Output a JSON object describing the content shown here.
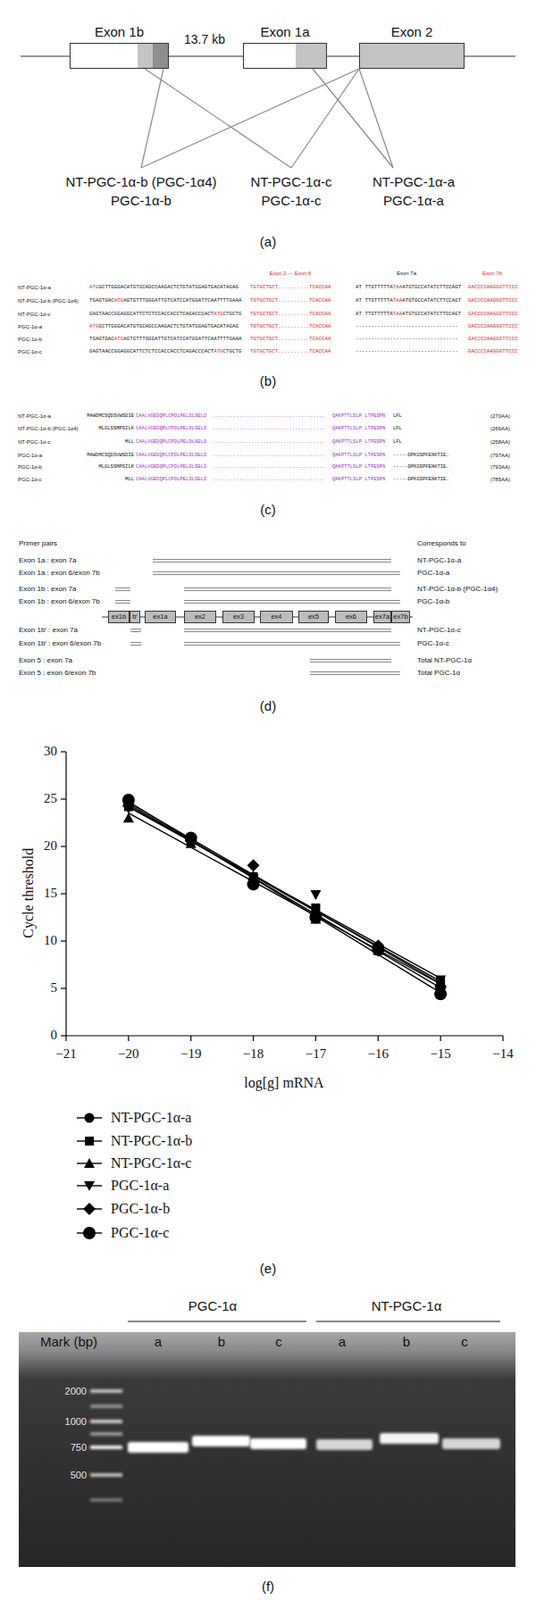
{
  "diagram": {
    "nodes": [
      {
        "text": [
          "Exon 1b"
        ]
      },
      {
        "text": [
          "Exon 1a"
        ]
      },
      {
        "text": [
          "Exon 2"
        ]
      },
      {
        "text": [
          "ex1b"
        ]
      },
      {
        "text": [
          "b′"
        ]
      },
      {
        "text": [
          "ex1a"
        ]
      },
      {
        "text": [
          "ex2"
        ]
      },
      {
        "text": [
          "ex3"
        ]
      },
      {
        "text": [
          "ex4"
        ]
      },
      {
        "text": [
          "ex5"
        ]
      },
      {
        "text": [
          "ex6"
        ]
      },
      {
        "text": [
          "ex7a"
        ]
      },
      {
        "text": [
          "ex7b"
        ]
      }
    ],
    "labels": [
      "13.7 kb",
      "NT-PGC-1α-b (PGC-1α4)",
      "PGC-1α-b",
      "NT-PGC-1α-c",
      "PGC-1α-c",
      "NT-PGC-1α-a",
      "PGC-1α-a",
      "(a)",
      "Exon 2 --- Exon 6",
      "Exon 7a",
      "Exon 7b",
      "NT-PGC-1α-a",
      "ATG",
      "GCTTGGGACATGTGCAGCCAAGACTCTGTATGGAGTGACATAGAG",
      "TGTGCTGCT..........TCACCAA",
      "AT TTGTTTTTA",
      "TAA",
      "ATGTGCCATATCTTCCAGT",
      "GACCCCAAGGGTTCCC",
      "NT-PGC-1α-b (PGC-1α4)",
      "TGAGTGAC",
      "ATG",
      "AGTGTTTGGGATTGTCATCCATGGATTCAATTTTGAAA",
      "TGTGCTGCT..........TCACCAA",
      "AT TTGTTTTTA",
      "TAA",
      "ATGTGCCATATCTTCCAGT",
      "GACCCCAAGGGTTCCC",
      "NT-PGC-1α-c",
      "GAGTAACCGGAGGCATTCTCTCCACCACCTCAGACCCACT",
      "ATG",
      "CTGCTG",
      "TGTGCTGCT..........TCACCAA",
      "AT TTGTTTTTA",
      "TAA",
      "ATGTGCCATATCTTCCAGT",
      "GACCCCAAGGGTTCCC",
      "PGC-1α-a",
      "ATG",
      "GCTTGGGACATGTGCAGCCAAGACTCTGTATGGAGTGACATAGAG",
      "TGTGCTGCT..........TCACCAA",
      "---------------------------------",
      "GACCCCAAGGGTTCCC",
      "PGC-1α-b",
      "TGAGTGAC",
      "ATG",
      "AGTGTTTGGGATTGTCATCCATGGATTCAATTTTGAAA",
      "TGTGCTGCT..........TCACCAA",
      "---------------------------------",
      "GACCCCAAGGGTTCCC",
      "PGC-1α-c",
      "GAGTAACCGGAGGCATTCTCTCCACCACCTCAGACCCACT",
      "ATG",
      "CTGCTG",
      "TGTGCTGCT..........TCACCAA",
      "---------------------------------",
      "GACCCCAAGGGTTCCC",
      "(b)",
      "NT-PGC-1α-a",
      "MAWDMCSQDSVWSDIE",
      "CAALVGEDQPLCPDLPELDLSELD",
      "......................................",
      "QAKPTTLSLP LTPESPN",
      "LFL",
      "(270AA)",
      "NT-PGC-1α-b (PGC-1α4)",
      "MLGLSSMPSILK",
      "CAALVGEDQPLCPDLPELDLSELD",
      "......................................",
      "QAKPTTLSLP LTPESPN",
      "LFL",
      "(266AA)",
      "NT-PGC-1α-c",
      "MLL",
      "CAALVGEDQPLCPDLPELDLSELD",
      "......................................",
      "QAKPTTLSLP LTPESPN",
      "LFL",
      "(258AA)",
      "PGC-1α-a",
      "MAWDMCSQDSVWSDIE",
      "CAALVGEDQPLCPDLPELDLSELD",
      "......................................",
      "QAKPTTLSLP LTPESPN",
      "-----DPKGSPFENKTIE.",
      "(797AA)",
      "PGC-1α-b",
      "MLGLSSMPSILK",
      "CAALVGEDQPLCPDLPELDLSELD",
      "......................................",
      "QAKPTTLSLP LTPESPN",
      "-----DPKGSPFENKTIE.",
      "(793AA)",
      "PGC-1α-c",
      "MLL",
      "CAALVGEDQPLCPDLPELDLSELD",
      "......................................",
      "QAKPTTLSLP LTPESPN",
      "-----DPKGSPFENKTIE.",
      "(785AA)",
      "(c)",
      "Primer pairs",
      "Corresponds to",
      "Exon 1a : exon 7a",
      "NT-PGC-1α-a",
      "Exon 1a : exon 6/exon 7b",
      "PGC-1α-a",
      "Exon 1b : exon 7a",
      "NT-PGC-1α-b (PGC-1α4)",
      "Exon 1b : exon 6/exon 7b",
      "PGC-1α-b",
      "Exon 1b′ : exon 7a",
      "NT-PGC-1α-c",
      "Exon 1b′ : exon 6/exon 7b",
      "PGC-1α-c",
      "Exon 5 : exon 7a",
      "Total NT-PGC-1α",
      "Exon 5 : exon 6/exon 7b",
      "Total PGC-1α",
      "(d)",
      "30",
      "25",
      "20",
      "15",
      "10",
      "5",
      "0",
      "Cycle threshold",
      "−21",
      "−20",
      "−19",
      "−18",
      "−17",
      "−16",
      "−15",
      "−14",
      "log[g] mRNA",
      "(e)",
      "PGC-1α",
      "NT-PGC-1α",
      "Mark (bp)",
      "a",
      "b",
      "c",
      "a",
      "b",
      "c",
      "2000",
      "1000",
      "750",
      "500",
      "(f)"
    ],
    "legend": [
      {
        "text": "NT-PGC-1α-a"
      },
      {
        "text": "NT-PGC-1α-b"
      },
      {
        "text": "NT-PGC-1α-c"
      },
      {
        "text": "PGC-1α-a"
      },
      {
        "text": "PGC-1α-b"
      },
      {
        "text": "PGC-1α-c"
      }
    ]
  }
}
